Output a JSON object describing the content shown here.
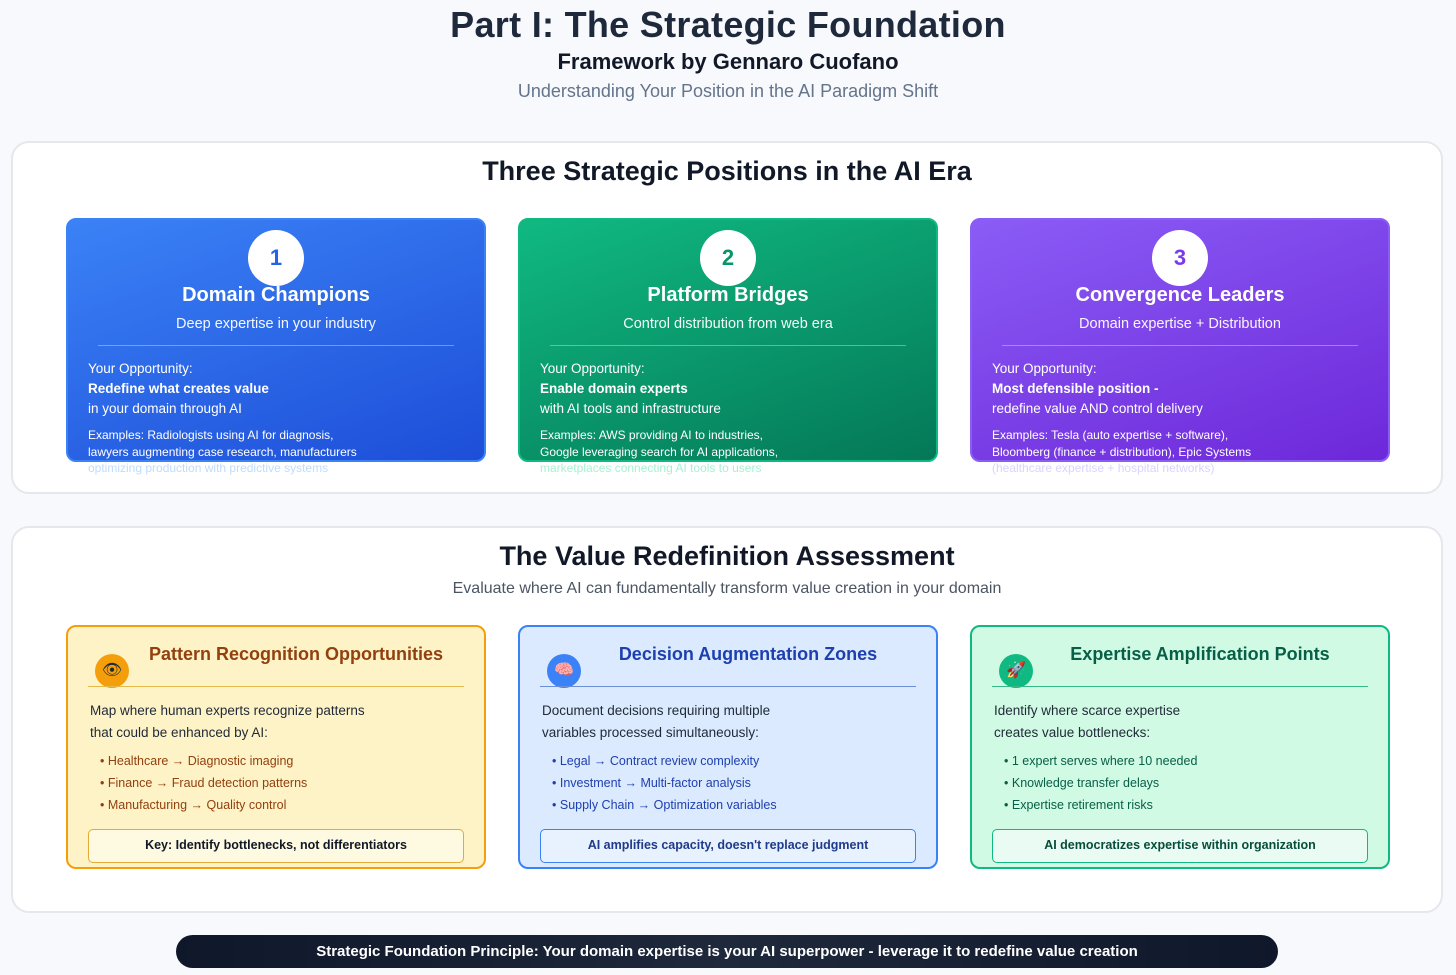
{
  "header": {
    "title": "Part I: The Strategic Foundation",
    "author": "Framework by Gennaro Cuofano",
    "subtitle": "Understanding Your Position in the AI Paradigm Shift"
  },
  "positions": {
    "title": "Three Strategic Positions in the AI Era",
    "cards": [
      {
        "number": "1",
        "name": "Domain Champions",
        "desc": "Deep expertise in your industry",
        "opportunity_label": "Your Opportunity:",
        "opportunity_bold": "Redefine what creates value",
        "opportunity_line": "in your domain through AI",
        "examples": [
          "Examples: Radiologists using AI for diagnosis,",
          "lawyers augmenting case research, manufacturers",
          "optimizing production with predictive systems"
        ]
      },
      {
        "number": "2",
        "name": "Platform Bridges",
        "desc": "Control distribution from web era",
        "opportunity_label": "Your Opportunity:",
        "opportunity_bold": "Enable domain experts",
        "opportunity_line": "with AI tools and infrastructure",
        "examples": [
          "Examples: AWS providing AI to industries,",
          "Google leveraging search for AI applications,",
          "marketplaces connecting AI tools to users"
        ]
      },
      {
        "number": "3",
        "name": "Convergence Leaders",
        "desc": "Domain expertise + Distribution",
        "opportunity_label": "Your Opportunity:",
        "opportunity_bold": "Most defensible position -",
        "opportunity_line": "redefine value AND control delivery",
        "examples": [
          "Examples: Tesla (auto expertise + software),",
          "Bloomberg (finance + distribution), Epic Systems",
          "(healthcare expertise + hospital networks)"
        ]
      }
    ]
  },
  "assessment": {
    "title": "The Value Redefinition Assessment",
    "subtitle": "Evaluate where AI can fundamentally transform value creation in your domain",
    "cards": [
      {
        "icon": "eye-icon",
        "icon_glyph": "👁",
        "title": "Pattern Recognition Opportunities",
        "desc1": "Map where human experts recognize patterns",
        "desc2": "that could be enhanced by AI:",
        "items": [
          "Healthcare → Diagnostic imaging",
          "Finance → Fraud detection patterns",
          "Manufacturing → Quality control"
        ],
        "key": "Key: Identify bottlenecks, not differentiators"
      },
      {
        "icon": "brain-icon",
        "icon_glyph": "🧠",
        "title": "Decision Augmentation Zones",
        "desc1": "Document decisions requiring multiple",
        "desc2": "variables processed simultaneously:",
        "items": [
          "Legal → Contract review complexity",
          "Investment → Multi-factor analysis",
          "Supply Chain → Optimization variables"
        ],
        "key": "AI amplifies capacity, doesn't replace judgment"
      },
      {
        "icon": "rocket-icon",
        "icon_glyph": "🚀",
        "title": "Expertise Amplification Points",
        "desc1": "Identify where scarce expertise",
        "desc2": "creates value bottlenecks:",
        "items": [
          "1 expert serves where 10 needed",
          "Knowledge transfer delays",
          "Expertise retirement risks"
        ],
        "key": "AI democratizes expertise within organization"
      }
    ]
  },
  "footer": {
    "principle": "Strategic Foundation Principle: Your domain expertise is your AI superpower - leverage it to redefine value creation"
  },
  "colors": {
    "domain_champions": "#2563eb",
    "platform_bridges": "#059669",
    "convergence_leaders": "#7c3aed",
    "pattern_recognition": "#f59e0b",
    "decision_augmentation": "#3b82f6",
    "expertise_amplification": "#10b981"
  }
}
